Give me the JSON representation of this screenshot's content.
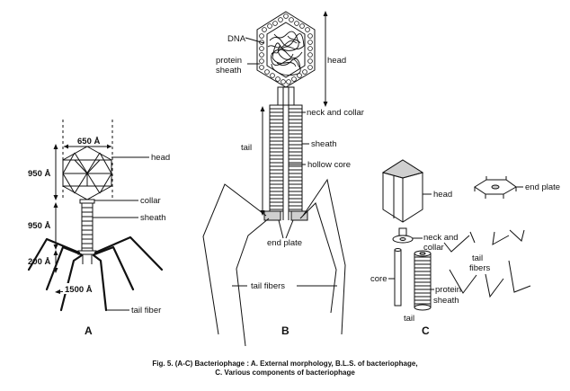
{
  "panels": {
    "a": {
      "letter": "A",
      "dim_width": "650 Å",
      "dim_head": "950 Å",
      "dim_tail": "950 Å",
      "dim_base": "200 Å",
      "dim_fiber": "1500 Å",
      "labels": {
        "head": "head",
        "collar": "collar",
        "sheath": "sheath",
        "tail_fiber": "tail fiber"
      }
    },
    "b": {
      "letter": "B",
      "labels": {
        "dna": "DNA",
        "protein": "protein",
        "sheath_word": "sheath",
        "head": "head",
        "neck_collar": "neck and collar",
        "tail": "tail",
        "sheath": "sheath",
        "hollow_core": "hollow core",
        "end_plate": "end plate",
        "tail_fibers": "tail fibers"
      }
    },
    "c": {
      "letter": "C",
      "labels": {
        "head": "head",
        "end_plate": "end plate",
        "neck": "neck and",
        "collar": "collar",
        "tail": "tail",
        "fibers": "fibers",
        "core": "core",
        "protein": "protein",
        "sheath": "sheath",
        "tail_bottom": "tail"
      }
    }
  },
  "caption": {
    "line1": "Fig. 5. (A-C) Bacteriophage : A. External morphology, B.L.S. of bacteriophage,",
    "line2": "C. Various components of bacteriophage"
  }
}
